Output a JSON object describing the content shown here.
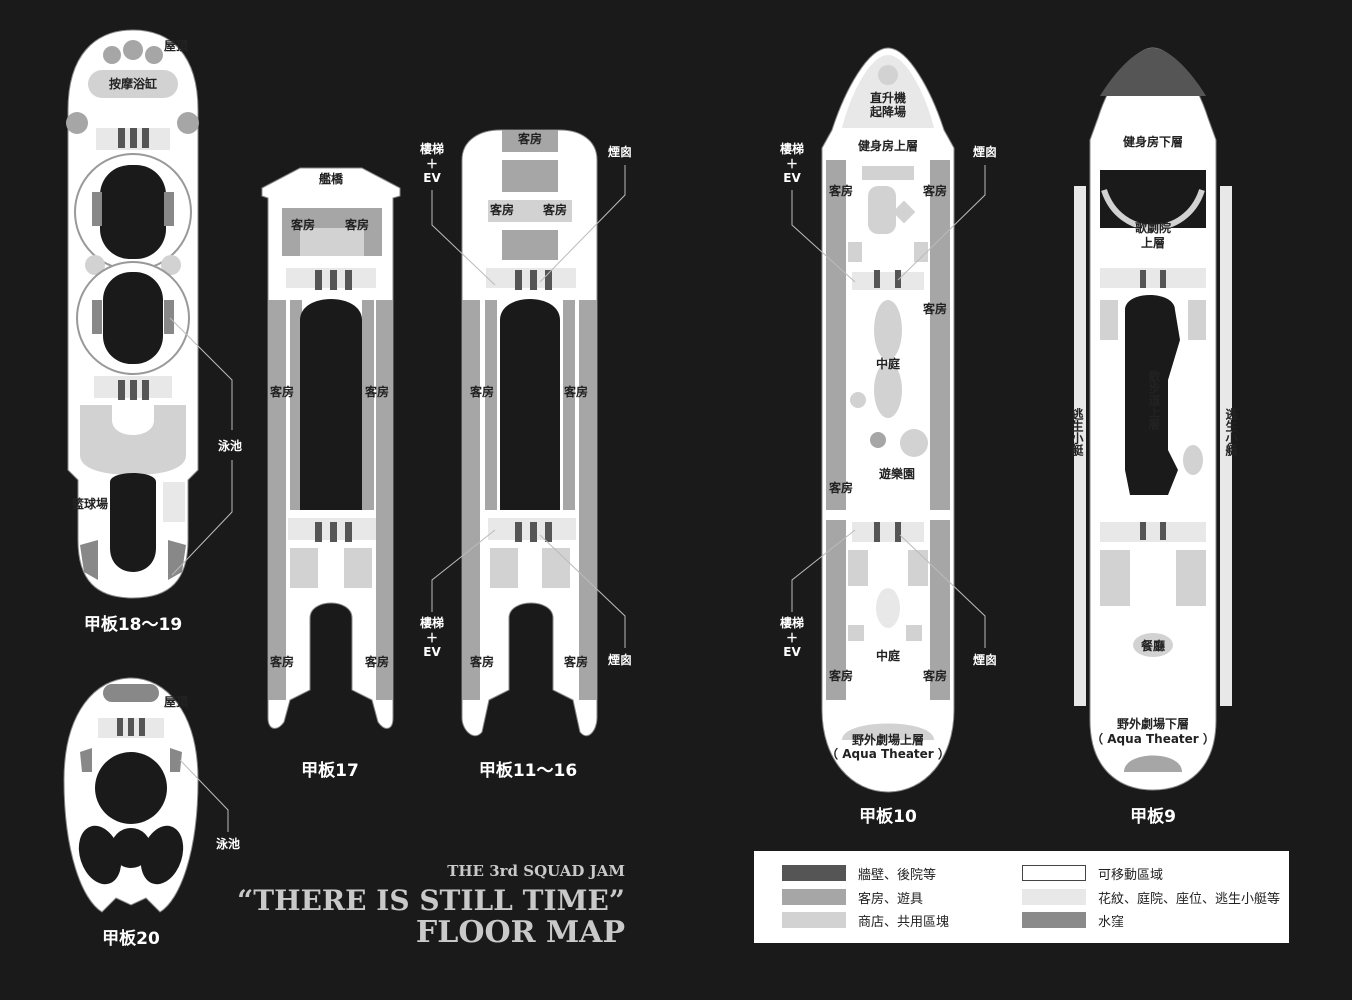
{
  "title": {
    "line1": "THE 3rd SQUAD JAM",
    "line2": "“THERE IS STILL TIME”",
    "line3": "FLOOR MAP"
  },
  "decks": {
    "d18": "甲板18～19",
    "d20": "甲板20",
    "d17": "甲板17",
    "d11": "甲板11～16",
    "d10": "甲板10",
    "d9": "甲板9"
  },
  "labels": {
    "roof": "屋頂",
    "jacuzzi": "按摩浴缸",
    "pool": "泳池",
    "basketball": "籃球場",
    "bridge": "艦橋",
    "room": "客房",
    "stairs": "樓梯",
    "plus": "＋",
    "ev": "EV",
    "funnel": "煙囪",
    "heli1": "直升機",
    "heli2": "起降場",
    "gym_upper": "健身房上層",
    "gym_lower": "健身房下層",
    "courtyard": "中庭",
    "funfair": "遊樂園",
    "aqua_upper": "野外劇場上層",
    "aqua_lower": "野外劇場下層",
    "aqua_en": "（ Aqua Theater ）",
    "opera1": "歌劇院",
    "opera2": "上層",
    "promenade": "散步道上層",
    "lifeboat": "逃生小艇",
    "dining": "餐廳"
  },
  "legend": {
    "items": [
      {
        "label": "牆壁、後院等",
        "color": "#555555"
      },
      {
        "label": "客房、遊具",
        "color": "#a6a6a6"
      },
      {
        "label": "商店、共用區塊",
        "color": "#d2d2d2"
      },
      {
        "label": "可移動區域",
        "color": "#ffffff"
      },
      {
        "label": "花紋、庭院、座位、逃生小艇等",
        "color": "#e8e8e8"
      },
      {
        "label": "水窪",
        "color": "#8a8a8a"
      }
    ]
  }
}
